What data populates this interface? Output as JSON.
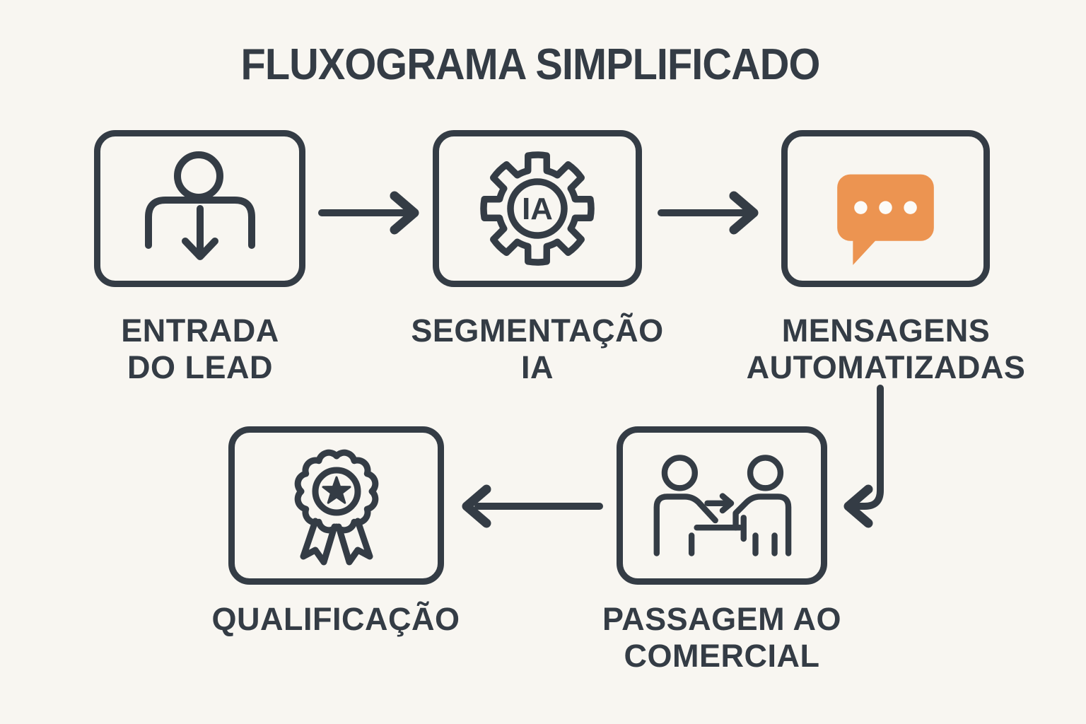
{
  "title": "FLUXOGRAMA SIMPLIFICADO",
  "colors": {
    "background": "#F8F6F1",
    "ink": "#343C45",
    "accent_orange": "#EC9451"
  },
  "nodes": [
    {
      "id": "entrada-do-lead",
      "label_line1": "ENTRADA",
      "label_line2": "DO LEAD",
      "icon": "person-lead-in-icon"
    },
    {
      "id": "segmentacao-ia",
      "label_line1": "SEGMENTAÇÃO",
      "label_line2": "IA",
      "icon": "gear-ai-icon",
      "icon_text": "IA"
    },
    {
      "id": "mensagens-automatizadas",
      "label_line1": "MENSAGENS",
      "label_line2": "AUTOMATIZADAS",
      "icon": "chat-bubble-icon"
    },
    {
      "id": "qualificacao",
      "label_line1": "QUALIFICAÇÃO",
      "label_line2": "",
      "icon": "award-ribbon-icon"
    },
    {
      "id": "passagem-ao-comercial",
      "label_line1": "PASSAGEM AO",
      "label_line2": "COMERCIAL",
      "icon": "handshake-transfer-icon"
    }
  ],
  "connections": [
    {
      "from": "entrada-do-lead",
      "to": "segmentacao-ia"
    },
    {
      "from": "segmentacao-ia",
      "to": "mensagens-automatizadas"
    },
    {
      "from": "mensagens-automatizadas",
      "to": "passagem-ao-comercial"
    },
    {
      "from": "passagem-ao-comercial",
      "to": "qualificacao"
    }
  ]
}
